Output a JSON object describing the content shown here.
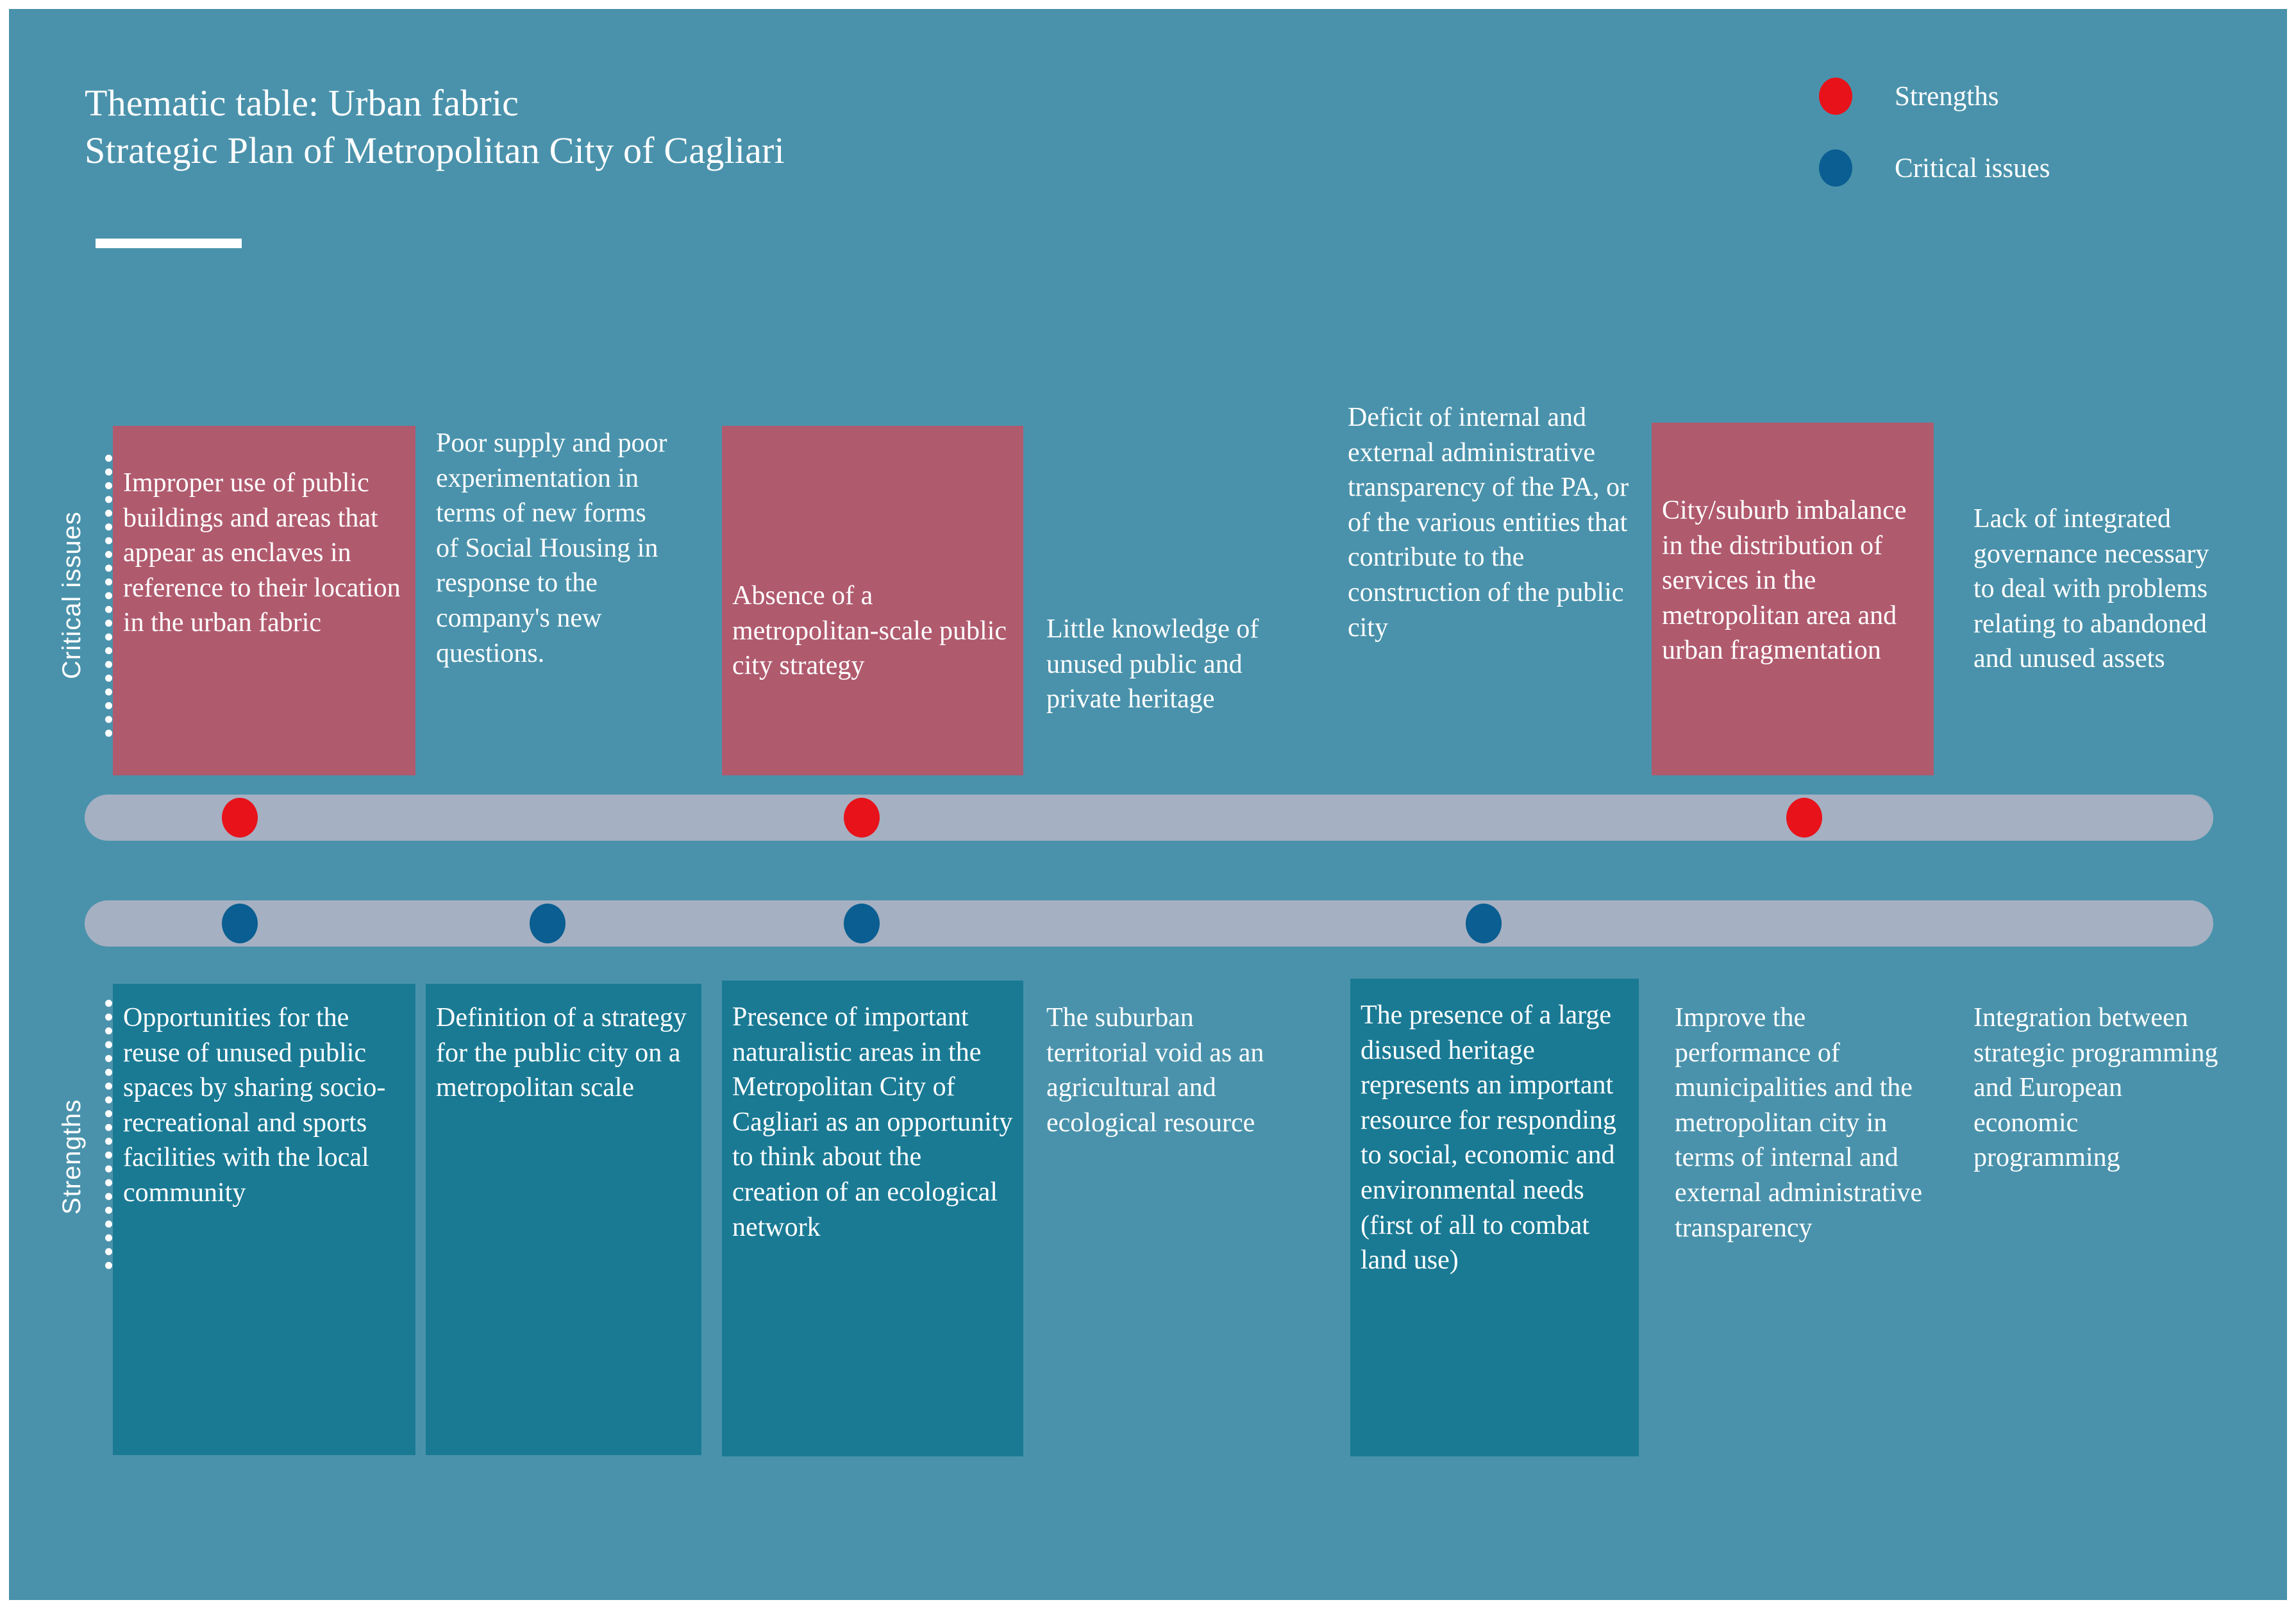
{
  "header": {
    "title_line1": "Thematic table: Urban fabric",
    "title_line2": "Strategic Plan of Metropolitan City of Cagliari"
  },
  "legend": {
    "items": [
      {
        "label": "Strengths",
        "color": "#e8121a",
        "icon": "red-dot-icon"
      },
      {
        "label": "Critical issues",
        "color": "#0a5e91",
        "icon": "blue-dot-icon"
      }
    ]
  },
  "colors": {
    "background": "#4a92ab",
    "critical_box": "#b05a6e",
    "strength_box": "#1a7a94",
    "bar": "#a5b0c2",
    "strengths_dot": "#e8121a",
    "critical_dot": "#0a5e91",
    "text": "#ffffff"
  },
  "critical_issues": {
    "axis_label": "Critical issues",
    "items": [
      {
        "text": "Improper use of public  buildings and areas that appear as enclaves in reference to their location in the urban fabric",
        "boxed": true
      },
      {
        "text": "Poor supply and poor experimentation in terms of new forms of Social Housing in response to the company's new questions.",
        "boxed": false
      },
      {
        "text": "Absence of a metropolitan-scale public city strategy",
        "boxed": true
      },
      {
        "text": "Little knowledge of unused public and private heritage",
        "boxed": false
      },
      {
        "text": "Deficit of internal and external administrative transparency of the PA, or of the various entities that contribute to the construction of the public city",
        "boxed": false
      },
      {
        "text": "City/suburb imbalance in the distribution of services in the metropolitan area and urban fragmentation",
        "boxed": true
      },
      {
        "text": "Lack of integrated governance necessary to deal with problems relating to abandoned and unused assets",
        "boxed": false
      }
    ]
  },
  "strengths": {
    "axis_label": "Strengths",
    "items": [
      {
        "text": "Opportunities for the reuse of unused public spaces by sharing socio-recreational and sports facilities with the local community",
        "boxed": true
      },
      {
        "text": "Definition of a strategy for the public city on a metropolitan scale",
        "boxed": true
      },
      {
        "text": "Presence of important naturalistic areas in the Metropolitan City of Cagliari as an opportunity to think about the creation of an ecological network",
        "boxed": true
      },
      {
        "text": "The suburban territorial void as an agricultural and ecological resource",
        "boxed": false
      },
      {
        "text": "The presence of a large disused heritage represents an important resource for responding to social, economic and environmental needs (first of all to combat land use)",
        "boxed": true
      },
      {
        "text": "Improve the performance of municipalities and the metropolitan city in terms of internal and external administrative transparency",
        "boxed": false
      },
      {
        "text": "Integration between strategic programming and European economic programming",
        "boxed": false
      }
    ]
  },
  "timeline": {
    "strengths_bar": {
      "marker_positions": [
        360,
        1330,
        2800
      ],
      "marker_color": "#e8121a"
    },
    "critical_bar": {
      "marker_positions": [
        360,
        840,
        1330,
        2300
      ],
      "marker_color": "#0a5e91"
    }
  }
}
